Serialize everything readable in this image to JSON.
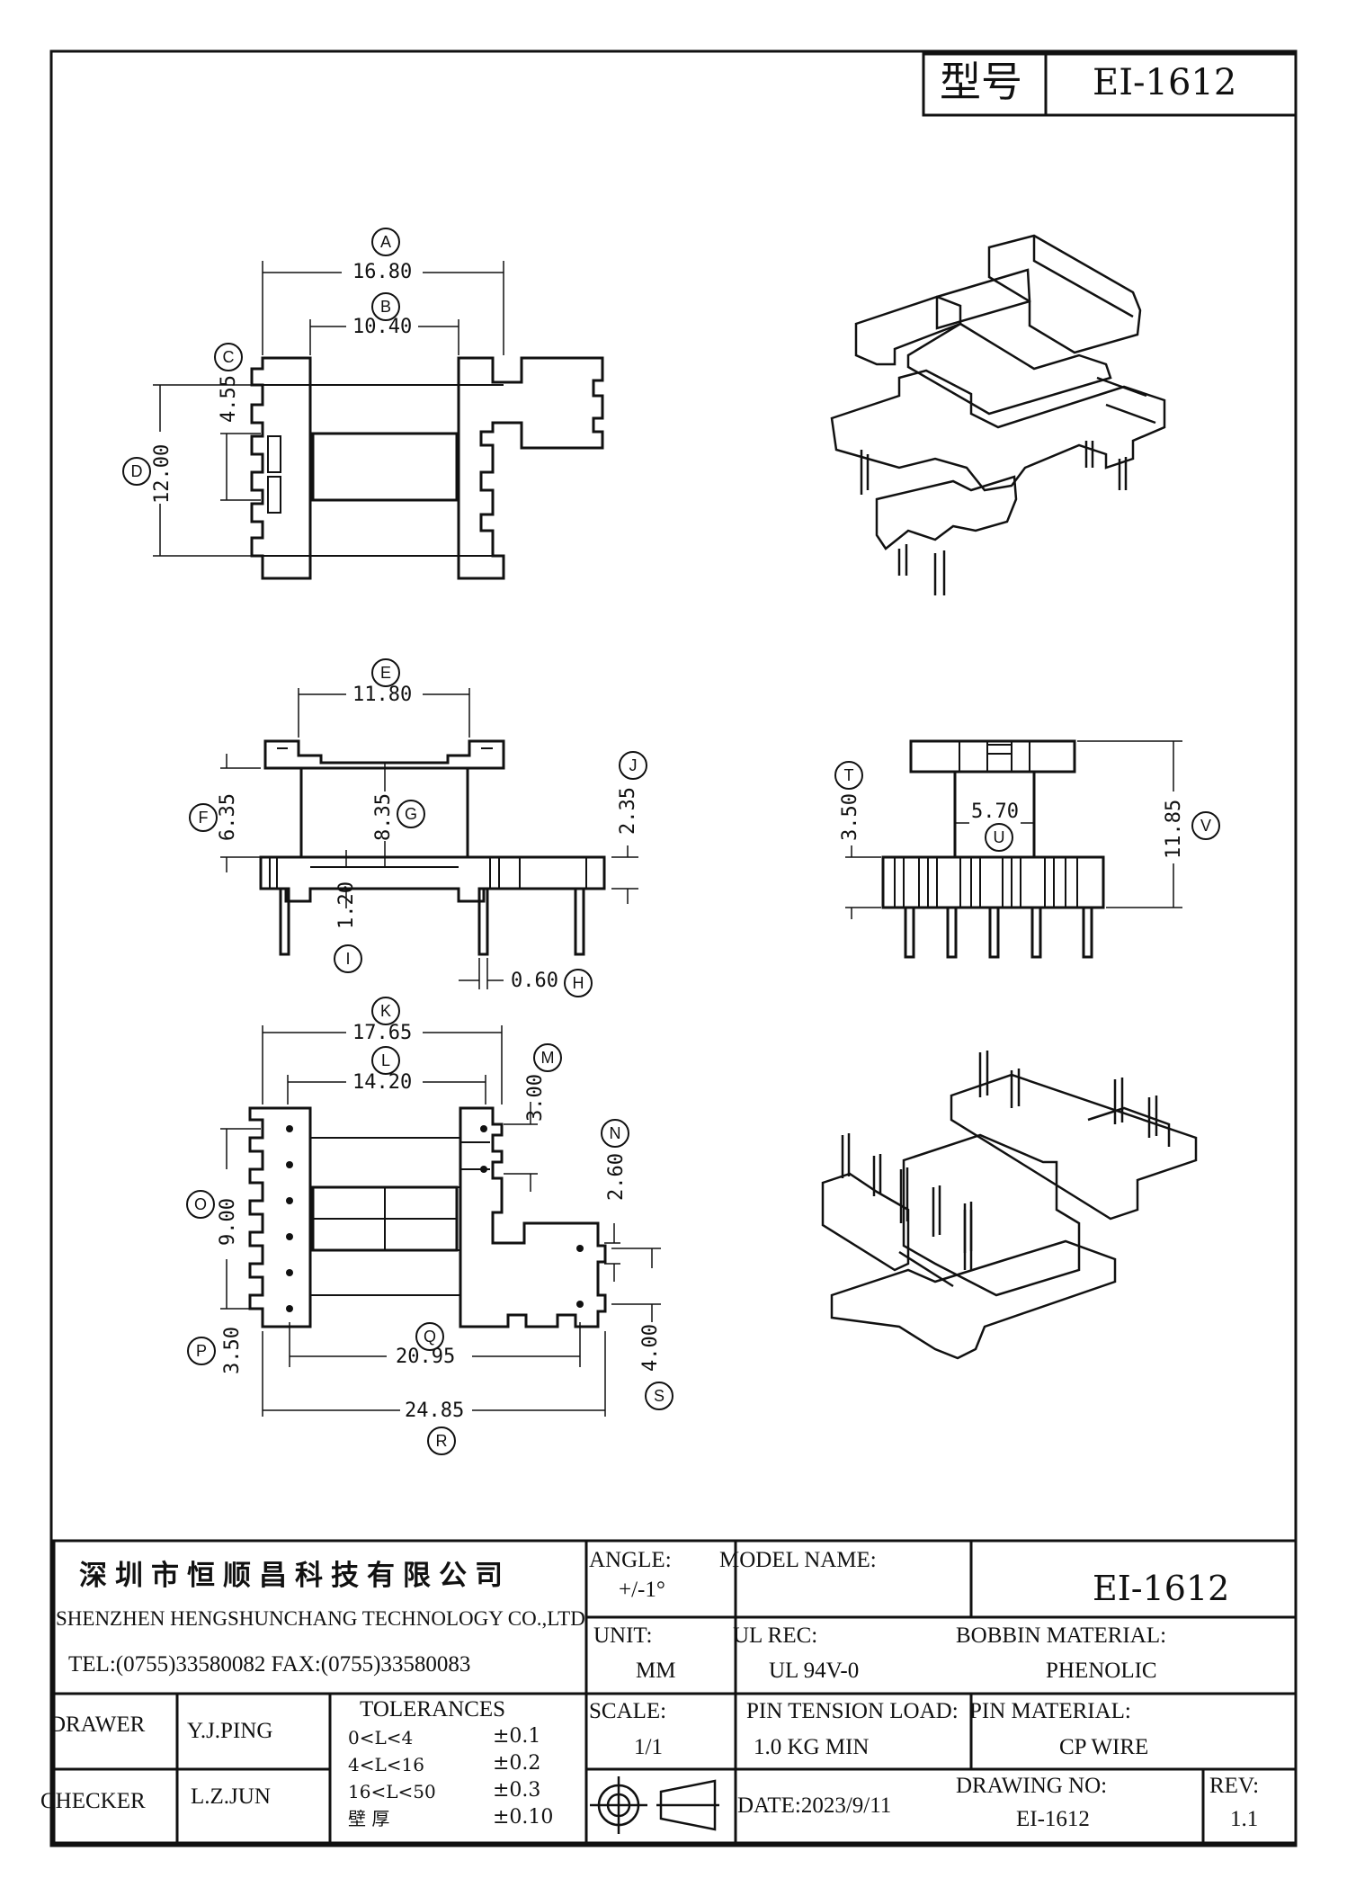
{
  "header": {
    "model_label": "型号",
    "model_value": "EI-1612"
  },
  "dimensions": {
    "A": {
      "label": "A",
      "value": "16.80"
    },
    "B": {
      "label": "B",
      "value": "10.40"
    },
    "C": {
      "label": "C",
      "value": "4.55"
    },
    "D": {
      "label": "D",
      "value": "12.00"
    },
    "E": {
      "label": "E",
      "value": "11.80"
    },
    "F": {
      "label": "F",
      "value": "6.35"
    },
    "G": {
      "label": "G",
      "value": "8.35"
    },
    "H": {
      "label": "H",
      "value": "0.60"
    },
    "I": {
      "label": "I",
      "value": "1.20"
    },
    "J": {
      "label": "J",
      "value": "2.35"
    },
    "K": {
      "label": "K",
      "value": "17.65"
    },
    "L": {
      "label": "L",
      "value": "14.20"
    },
    "M": {
      "label": "M",
      "value": "3.00"
    },
    "N": {
      "label": "N",
      "value": "2.60"
    },
    "O": {
      "label": "O",
      "value": "9.00"
    },
    "P": {
      "label": "P",
      "value": "3.50"
    },
    "Q": {
      "label": "Q",
      "value": "20.95"
    },
    "R": {
      "label": "R",
      "value": "24.85"
    },
    "S": {
      "label": "S",
      "value": "4.00"
    },
    "T": {
      "label": "T",
      "value": "3.50"
    },
    "U": {
      "label": "U",
      "value": "5.70"
    },
    "V": {
      "label": "V",
      "value": "11.85"
    }
  },
  "title_block": {
    "company_cn": "深圳市恒顺昌科技有限公司",
    "company_en": "SHENZHEN HENGSHUNCHANG TECHNOLOGY CO.,LTD",
    "contact": "TEL:(0755)33580082 FAX:(0755)33580083",
    "angle_label": "ANGLE:",
    "angle_value": "+/-1°",
    "model_name_label": "MODEL NAME:",
    "model_name_value": "EI-1612",
    "unit_label": "UNIT:",
    "unit_value": "MM",
    "ul_rec_label": "UL REC:",
    "ul_rec_value": "UL 94V-0",
    "bobbin_material_label": "BOBBIN MATERIAL:",
    "bobbin_material_value": "PHENOLIC",
    "drawer_label": "DRAWER",
    "drawer_value": "Y.J.PING",
    "checker_label": "CHECKER",
    "checker_value": "L.Z.JUN",
    "tolerances_label": "TOLERANCES",
    "tolerances": [
      {
        "range": "0<L<4",
        "tol": "±0.1"
      },
      {
        "range": "4<L<16",
        "tol": "±0.2"
      },
      {
        "range": "16<L<50",
        "tol": "±0.3"
      },
      {
        "range": "壁  厚",
        "tol": "±0.10"
      }
    ],
    "scale_label": "SCALE:",
    "scale_value": "1/1",
    "pin_tension_label": "PIN TENSION LOAD:",
    "pin_tension_value": "1.0 KG MIN",
    "pin_material_label": "PIN MATERIAL:",
    "pin_material_value": "CP WIRE",
    "date_label": "DATE:2023/9/11",
    "drawing_no_label": "DRAWING NO:",
    "drawing_no_value": "EI-1612",
    "rev_label": "REV:",
    "rev_value": "1.1"
  }
}
